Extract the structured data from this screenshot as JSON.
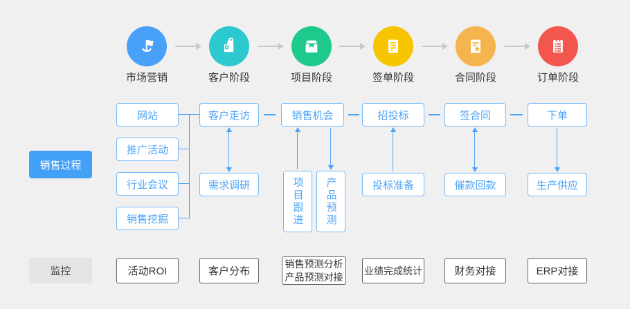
{
  "stages": [
    {
      "label": "市场营销",
      "color": "#49a0f8",
      "icon": "flag-icon"
    },
    {
      "label": "客户阶段",
      "color": "#2cc9ce",
      "icon": "blocks-icon"
    },
    {
      "label": "项目阶段",
      "color": "#1ec98c",
      "icon": "package-icon"
    },
    {
      "label": "签单阶段",
      "color": "#f6c500",
      "icon": "document-icon"
    },
    {
      "label": "合同阶段",
      "color": "#f6b44e",
      "icon": "contract-star-icon"
    },
    {
      "label": "订单阶段",
      "color": "#f3564d",
      "icon": "clipboard-icon"
    }
  ],
  "process": {
    "group_label": "销售过程",
    "sources": [
      "网站",
      "推广活动",
      "行业会议",
      "销售挖掘"
    ],
    "nodes": {
      "visit": "客户走访",
      "research": "需求调研",
      "opportunity": "销售机会",
      "project_follow": "项目跟进",
      "product_forecast": "产品预测",
      "bidding": "招投标",
      "bid_prep": "投标准备",
      "sign": "签合同",
      "collect": "催款回款",
      "order": "下单",
      "supply": "生产供应"
    }
  },
  "monitor": {
    "group_label": "监控",
    "items": [
      "活动ROI",
      "客户分布",
      "销售预测分析",
      "产品预测对接",
      "业绩完成统计",
      "财务对接",
      "ERP对接"
    ]
  },
  "colors": {
    "flow_accent": "#4da3f7",
    "flow_border": "#74b9f8",
    "stage_arrow_gray": "#c9c9c9",
    "background": "#f0f0f0",
    "process_button_bg": "#42a0f7",
    "monitor_button_bg": "#e4e4e4",
    "monitor_border": "#636363"
  }
}
